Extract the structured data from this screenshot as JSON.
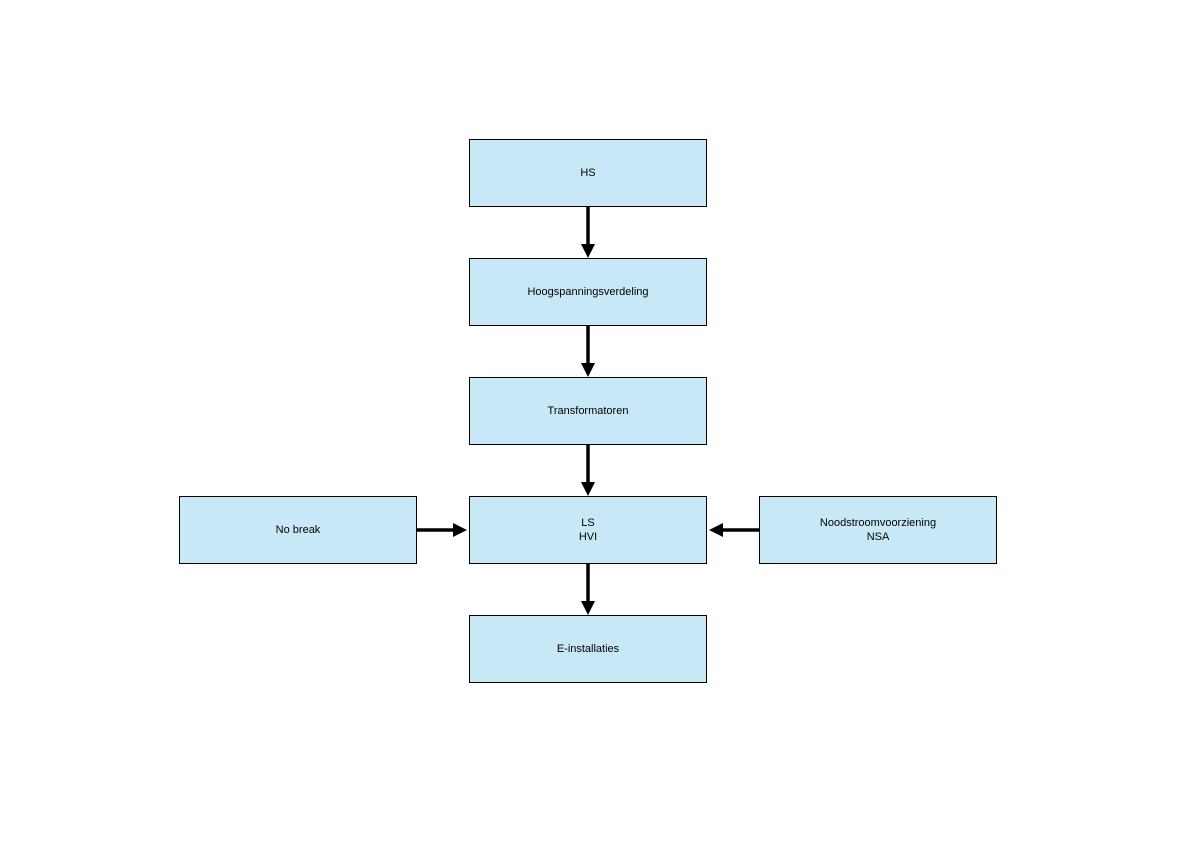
{
  "colors": {
    "box_fill": "#c9e8f7",
    "box_border": "#000000",
    "arrow": "#000000"
  },
  "nodes": {
    "hs": {
      "line1": "HS"
    },
    "hoogspanningsverdeling": {
      "line1": "Hoogspanningsverdeling"
    },
    "transformatoren": {
      "line1": "Transformatoren"
    },
    "ls_hvi": {
      "line1": "LS",
      "line2": "HVI"
    },
    "no_break": {
      "line1": "No break"
    },
    "noodstroom": {
      "line1": "Noodstroomvoorziening",
      "line2": "NSA"
    },
    "e_installaties": {
      "line1": "E-installaties"
    }
  },
  "edges": [
    {
      "from": "hs",
      "to": "hoogspanningsverdeling"
    },
    {
      "from": "hoogspanningsverdeling",
      "to": "transformatoren"
    },
    {
      "from": "transformatoren",
      "to": "ls_hvi"
    },
    {
      "from": "ls_hvi",
      "to": "e_installaties"
    },
    {
      "from": "no_break",
      "to": "ls_hvi"
    },
    {
      "from": "noodstroom",
      "to": "ls_hvi"
    }
  ]
}
